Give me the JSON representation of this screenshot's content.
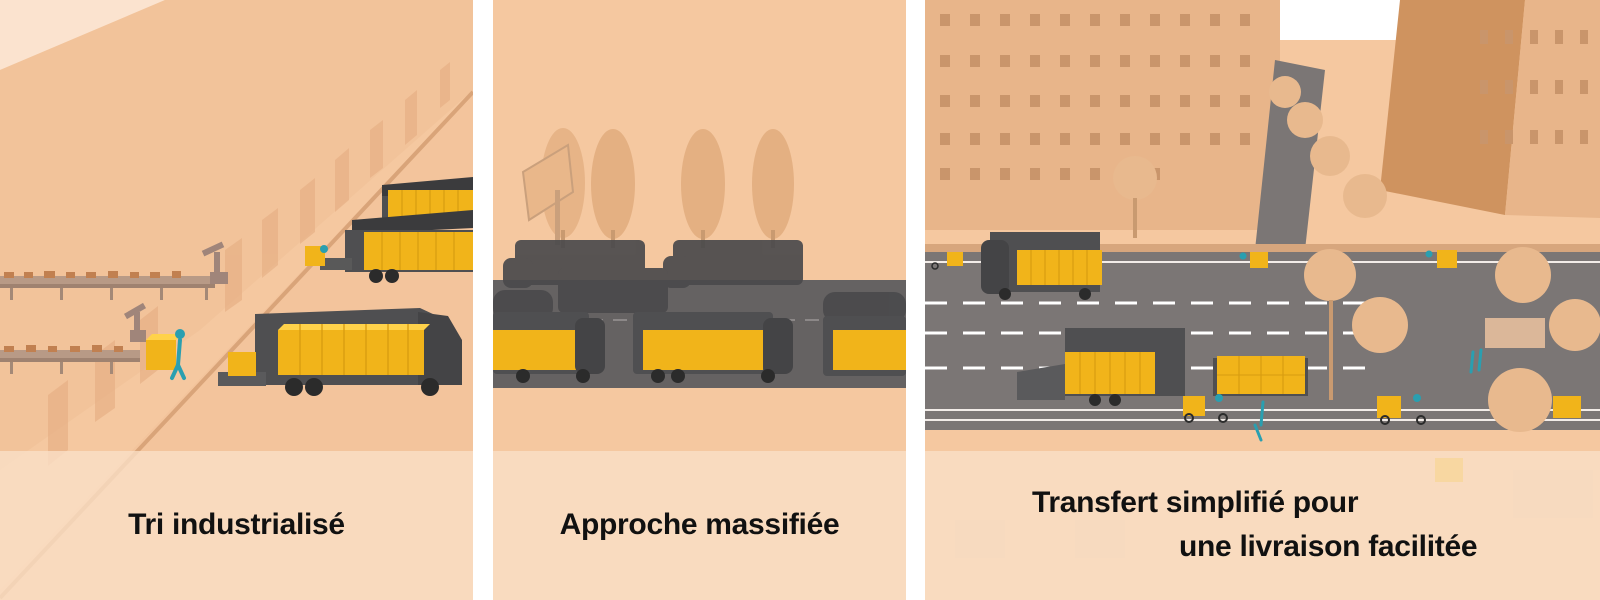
{
  "panels": [
    {
      "caption": "Tri industrialisé"
    },
    {
      "caption": "Approche massifiée"
    },
    {
      "caption_line1": "Transfert simplifié pour",
      "caption_line2": "une livraison facilitée"
    }
  ],
  "colors": {
    "background": "#f5c8a0",
    "caption_band": "#fae0c8",
    "truck": "#4f4f51",
    "cargo": "#f1b41a",
    "road": "#7b7675",
    "people": "#2a9fb0"
  }
}
